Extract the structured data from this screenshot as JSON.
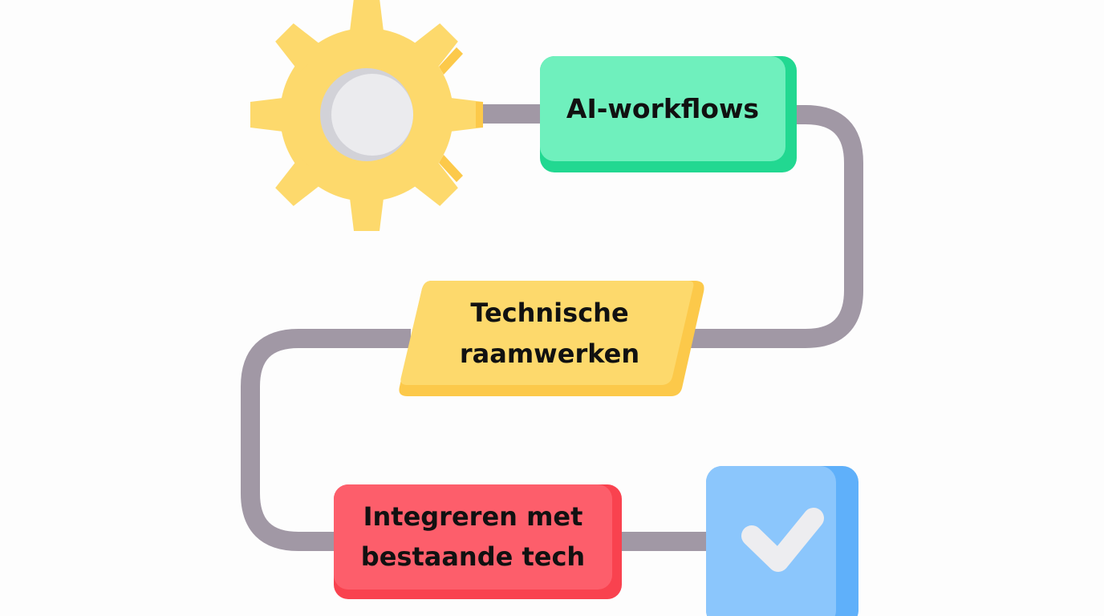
{
  "diagram": {
    "type": "process-flow",
    "nodes": [
      {
        "id": "start",
        "shape": "gear",
        "icon": "gear-icon",
        "color": "#fdd96c",
        "shade": "#fcc94a",
        "hub": "#ebebee",
        "hub_shade": "#d2d2d8"
      },
      {
        "id": "step1",
        "shape": "rounded-rect",
        "lines": [
          "AI-workflows"
        ],
        "color": "#6ff0bd",
        "shade": "#22d891"
      },
      {
        "id": "step2",
        "shape": "parallelogram",
        "lines": [
          "Technische",
          "raamwerken"
        ],
        "color": "#fdd96c",
        "shade": "#fcc94a"
      },
      {
        "id": "step3",
        "shape": "rounded-rect",
        "lines": [
          "Integreren met",
          "bestaande tech"
        ],
        "color": "#fd5e6b",
        "shade": "#f9424f"
      },
      {
        "id": "end",
        "shape": "rounded-square",
        "icon": "checkmark-icon",
        "color": "#8bc6fc",
        "shade": "#5fb0fa",
        "check": "#ededf0"
      }
    ],
    "connector_color": "#a198a5",
    "edges": [
      {
        "from": "start",
        "to": "step1"
      },
      {
        "from": "step1",
        "to": "step2"
      },
      {
        "from": "step2",
        "to": "step3"
      },
      {
        "from": "step3",
        "to": "end"
      }
    ]
  }
}
